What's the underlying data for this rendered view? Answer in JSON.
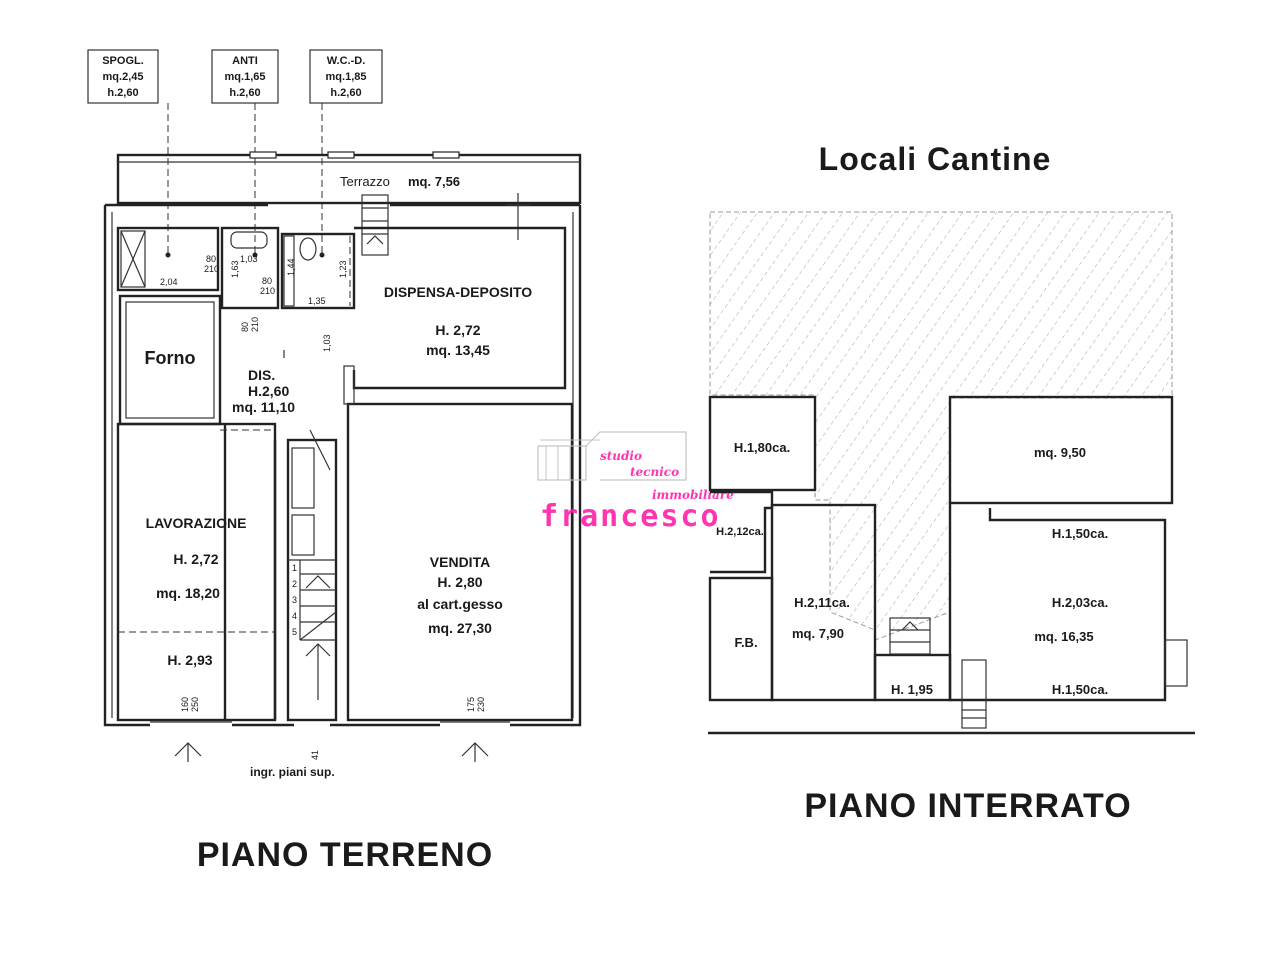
{
  "callouts": {
    "spogl": {
      "name": "SPOGL.",
      "area": "mq.2,45",
      "height": "h.2,60"
    },
    "anti": {
      "name": "ANTI",
      "area": "mq.1,65",
      "height": "h.2,60"
    },
    "wc": {
      "name": "W.C.-D.",
      "area": "mq.1,85",
      "height": "h.2,60"
    }
  },
  "ground_floor": {
    "title": "PIANO TERRENO",
    "terrace": {
      "name": "Terrazzo",
      "area": "mq. 7,56"
    },
    "dispensa": {
      "name": "DISPENSA-DEPOSITO",
      "height": "H. 2,72",
      "area": "mq. 13,45"
    },
    "forno": {
      "name": "Forno"
    },
    "dis": {
      "name": "DIS.",
      "height": "H.2,60",
      "area": "mq. 11,10"
    },
    "lavorazione": {
      "name": "LAVORAZIONE",
      "height": "H. 2,72",
      "area": "mq. 18,20",
      "height2": "H. 2,93"
    },
    "vendita": {
      "name": "VENDITA",
      "height": "H. 2,80",
      "note": "al cart.gesso",
      "area": "mq. 27,30"
    },
    "entrance_note": "ingr. piani sup.",
    "dims": {
      "d1": "2,04",
      "d2": "1,03",
      "d3": "1,35",
      "d4": "1,63",
      "d5": "1,44",
      "d6": "1,23",
      "d7": "1,03",
      "d8": "80",
      "d9": "210",
      "d10": "80",
      "d11": "210",
      "d12": "80",
      "d13": "210",
      "d14": "160",
      "d15": "250",
      "d16": "175",
      "d17": "230",
      "d18": "41"
    },
    "steps": [
      "1",
      "2",
      "3",
      "4",
      "5"
    ]
  },
  "basement": {
    "title": "PIANO INTERRATO",
    "heading": "Locali Cantine",
    "r1": "H.1,80ca.",
    "r2": "mq. 9,50",
    "r3": "H.1,50ca.",
    "r4": "H.2,12ca.",
    "r5": "H.2,11ca.",
    "r6": "mq. 7,90",
    "r7": "F.B.",
    "r8": "H.2,03ca.",
    "r9": "mq. 16,35",
    "r10": "H. 1,95",
    "r11": "H.1,50ca."
  },
  "watermark": {
    "line1": "studio",
    "line2": "tecnico",
    "line3": "immobiliare",
    "brand": "francesco",
    "color": "#ff1fa8"
  }
}
